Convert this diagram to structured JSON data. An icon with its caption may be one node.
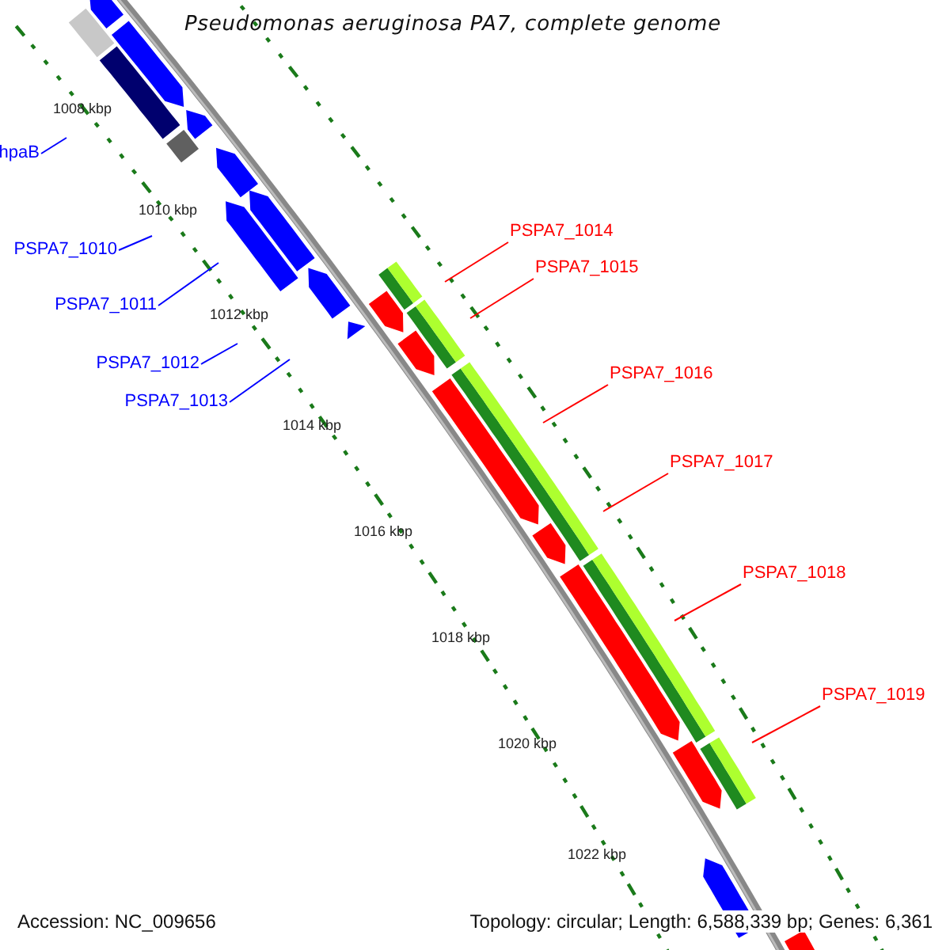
{
  "diagram": {
    "title": "Pseudomonas aeruginosa PA7, complete genome",
    "nodes": [
      {
        "text": [
          "hpaB"
        ]
      },
      {
        "text": [
          "PSPA7_1010"
        ]
      },
      {
        "text": [
          "PSPA7_1011"
        ]
      },
      {
        "text": [
          "PSPA7_1012"
        ]
      },
      {
        "text": [
          "PSPA7_1013"
        ]
      },
      {
        "text": [
          "PSPA7_1014"
        ]
      },
      {
        "text": [
          "PSPA7_1015"
        ]
      },
      {
        "text": [
          "PSPA7_1016"
        ]
      },
      {
        "text": [
          "PSPA7_1017"
        ]
      },
      {
        "text": [
          "PSPA7_1018"
        ]
      },
      {
        "text": [
          "PSPA7_1019"
        ]
      }
    ],
    "edges": [
      {
        "from": 0,
        "to": null,
        "arrow": "none",
        "color": "#0000ff"
      },
      {
        "from": 1,
        "to": null,
        "arrow": "none",
        "color": "#0000ff"
      },
      {
        "from": 2,
        "to": null,
        "arrow": "none",
        "color": "#0000ff"
      },
      {
        "from": 3,
        "to": null,
        "arrow": "none",
        "color": "#0000ff"
      },
      {
        "from": 4,
        "to": null,
        "arrow": "none",
        "color": "#0000ff"
      },
      {
        "from": 5,
        "to": null,
        "arrow": "none"
      },
      {
        "from": 6,
        "to": null,
        "arrow": "none"
      },
      {
        "from": 7,
        "to": null,
        "arrow": "none"
      },
      {
        "from": 8,
        "to": null,
        "arrow": "none"
      },
      {
        "from": 9,
        "to": null,
        "arrow": "none"
      },
      {
        "from": 10,
        "to": null,
        "arrow": "none"
      }
    ],
    "labels": [
      "1008 kbp",
      "1010 kbp",
      "1012 kbp",
      "1014 kbp",
      "1016 kbp",
      "1018 kbp",
      "1020 kbp",
      "1022 kbp",
      "Accession: NC_009656",
      "Topology: circular; Length: 6,588,339 bp; Genes: 6,361"
    ]
  }
}
